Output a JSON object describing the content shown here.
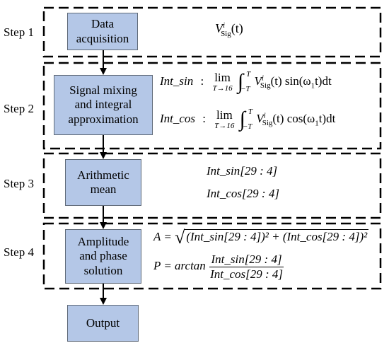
{
  "steps": [
    {
      "label": "Step 1",
      "box": "Data\nacquisition"
    },
    {
      "label": "Step 2",
      "box": "Signal mixing\nand integral\napproximation"
    },
    {
      "label": "Step 3",
      "box": "Arithmetic\nmean"
    },
    {
      "label": "Step 4",
      "box": "Amplitude\nand phase\nsolution"
    }
  ],
  "output_box": "Output",
  "formulas": {
    "v_sig": {
      "V": "V",
      "sup": "i",
      "sub": "Sig",
      "arg": "(t)"
    },
    "int_sin": {
      "name": "Int_sin",
      "colon": ":",
      "lim": "lim",
      "lim_sub": "T→16",
      "upper": "T",
      "lower": "−T",
      "body": "sin(ω",
      "w_sub": "1",
      "tail": "t)dt"
    },
    "int_cos": {
      "name": "Int_cos",
      "colon": ":",
      "lim": "lim",
      "lim_sub": "T→16",
      "upper": "T",
      "lower": "−T",
      "body": "cos(ω",
      "w_sub": "1",
      "tail": "t)dt"
    },
    "mean_sin": "Int_sin[29 : 4]",
    "mean_cos": "Int_cos[29 : 4]",
    "amp_lhs": "A =",
    "amp_radicand": "(Int_sin[29 : 4])² + (Int_cos[29 : 4])²",
    "phase_lhs": "P = arctan",
    "phase_num": "Int_sin[29 : 4]",
    "phase_den": "Int_cos[29 : 4]"
  }
}
